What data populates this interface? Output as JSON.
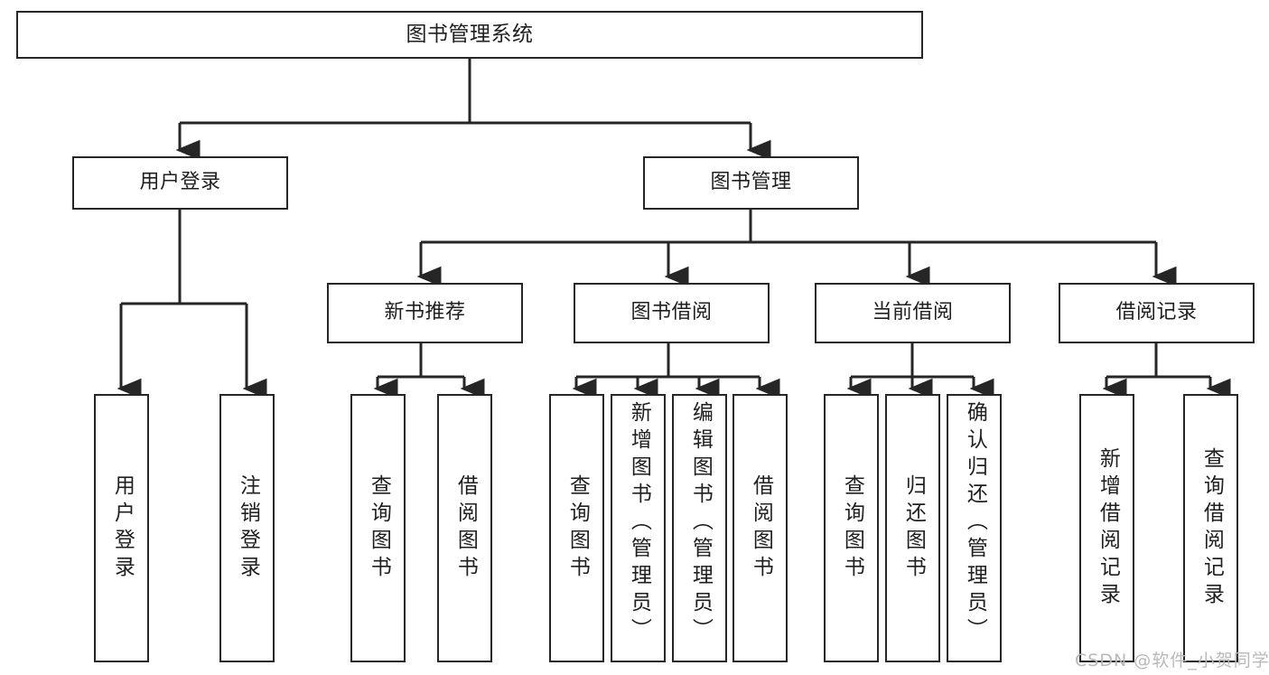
{
  "diagram": {
    "type": "tree-hierarchy-chart",
    "title": "图书管理系统",
    "colors": {
      "stroke": "#262626",
      "fill": "#ffffff",
      "text": "#1f1f1f",
      "watermark": "#b9b9b9"
    },
    "levels": {
      "level0": [
        "图书管理系统"
      ],
      "level1": [
        "用户登录",
        "图书管理"
      ],
      "level2": [
        "新书推荐",
        "图书借阅",
        "当前借阅",
        "借阅记录"
      ],
      "level3": [
        "用户登录",
        "注销登录",
        "查询图书",
        "借阅图书",
        "查询图书",
        "新增图书（管理员）",
        "编辑图书（管理员）",
        "借阅图书",
        "查询图书",
        "归还图书",
        "确认归还（管理员）",
        "新增借阅记录",
        "查询借阅记录"
      ]
    }
  },
  "root": {
    "label": "图书管理系统"
  },
  "branches": {
    "user_login": {
      "label": "用户登录"
    },
    "book_manage": {
      "label": "图书管理"
    }
  },
  "modules": {
    "new_book": {
      "label": "新书推荐"
    },
    "borrow_book": {
      "label": "图书借阅"
    },
    "current_borrow": {
      "label": "当前借阅"
    },
    "borrow_record": {
      "label": "借阅记录"
    }
  },
  "leaves": {
    "user_login_1": {
      "label": "用户登录"
    },
    "user_login_2": {
      "label": "注销登录"
    },
    "new_book_1": {
      "label": "查询图书"
    },
    "new_book_2": {
      "label": "借阅图书"
    },
    "borrow_1": {
      "label": "查询图书"
    },
    "borrow_2": {
      "label": "新增图书（管理员）"
    },
    "borrow_3": {
      "label": "编辑图书（管理员）"
    },
    "borrow_4": {
      "label": "借阅图书"
    },
    "current_1": {
      "label": "查询图书"
    },
    "current_2": {
      "label": "归还图书"
    },
    "current_3": {
      "label": "确认归还（管理员）"
    },
    "record_1": {
      "label": "新增借阅记录"
    },
    "record_2": {
      "label": "查询借阅记录"
    }
  },
  "watermark": {
    "text": "CSDN @软件_小贺同学"
  }
}
